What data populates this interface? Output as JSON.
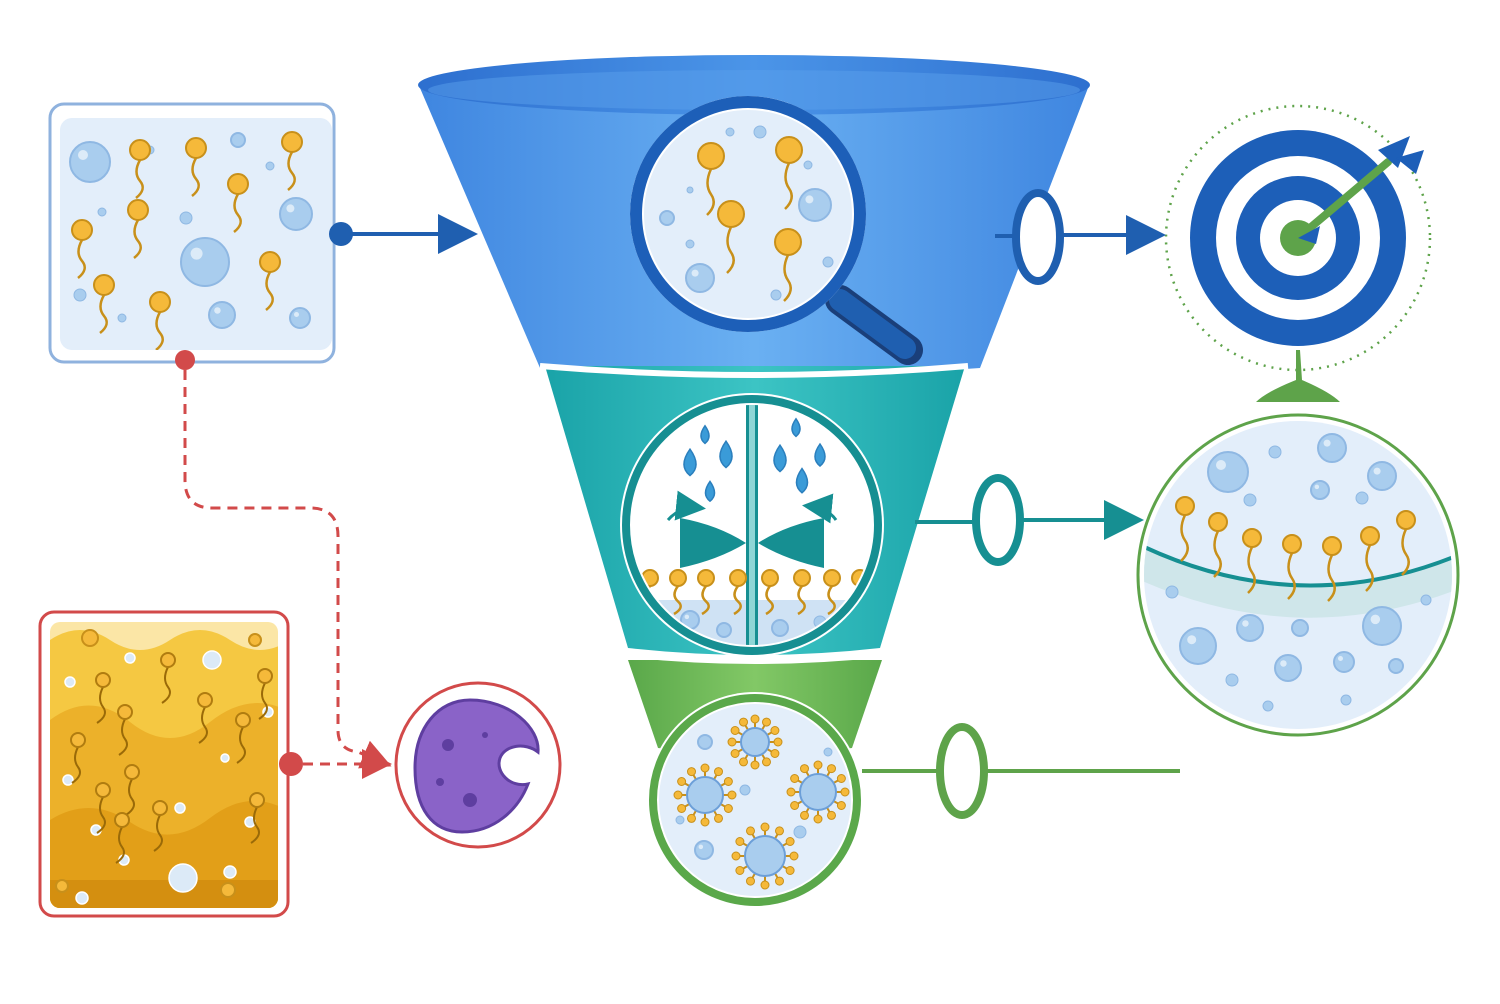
{
  "diagram": {
    "background": "#ffffff",
    "colors": {
      "funnel_top": "#3f86e0",
      "funnel_top_light": "#6ab0f2",
      "funnel_mid": "#1aa3a8",
      "funnel_mid_light": "#3cc4c4",
      "funnel_bottom": "#5aa84a",
      "funnel_bottom_light": "#7cc25c",
      "blue_arrow": "#1f5fb0",
      "teal_arrow": "#168f92",
      "green_line": "#5ea34a",
      "red_dashed": "#d24a4a",
      "surfactant_head": "#f5b93a",
      "surfactant_tail": "#c8901a",
      "bubble": "#a9cdee",
      "panel_bg": "#e3eefa",
      "panel_border": "#8fb2de",
      "gold_panel": "#e9aa1f",
      "cell": "#8a63c8",
      "target_blue": "#1d5fb8",
      "target_green": "#5ea34a"
    },
    "nodes": [
      {
        "id": "input-panel",
        "icon": "surfactant-bubbles-panel"
      },
      {
        "id": "screening-stage",
        "icon": "magnifier-icon"
      },
      {
        "id": "mixing-stage",
        "icon": "mixer-droplets-icon"
      },
      {
        "id": "micelle-stage",
        "icon": "micelle-icon"
      },
      {
        "id": "target",
        "icon": "target-icon"
      },
      {
        "id": "interface-zoom",
        "icon": "interface-icon"
      },
      {
        "id": "gold-layer-panel",
        "icon": "layered-panel"
      },
      {
        "id": "cell-circle",
        "icon": "cell-icon"
      }
    ]
  }
}
